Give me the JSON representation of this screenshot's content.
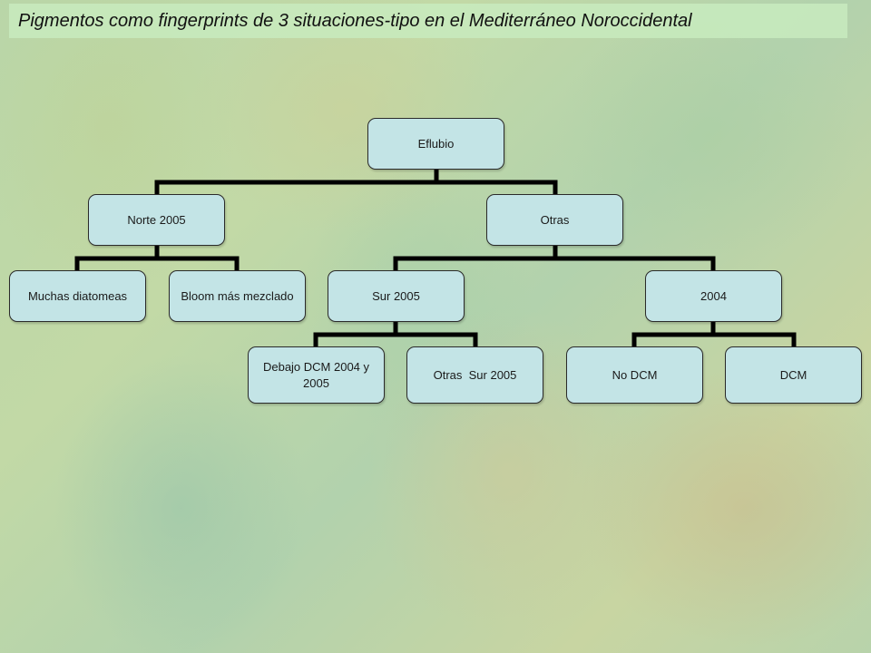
{
  "title": "Pigmentos como fingerprints de 3 situaciones-tipo en el Mediterráneo Noroccidental",
  "tree": {
    "root": "Eflubio",
    "norte_2005": "Norte 2005",
    "otras": "Otras",
    "muchas_diatomeas": "Muchas diatomeas",
    "bloom_mas_mezclado": "Bloom más mezclado",
    "sur_2005": "Sur 2005",
    "y2004": "2004",
    "debajo_dcm": "Debajo DCM 2004 y 2005",
    "otras_sur_2005": "Otras  Sur 2005",
    "no_dcm": "No DCM",
    "dcm": "DCM"
  },
  "colors": {
    "node_fill": "#c3e4e6",
    "node_border": "#2a2a2a",
    "connector": "#000000",
    "title_bar": "#c8ebbe"
  }
}
